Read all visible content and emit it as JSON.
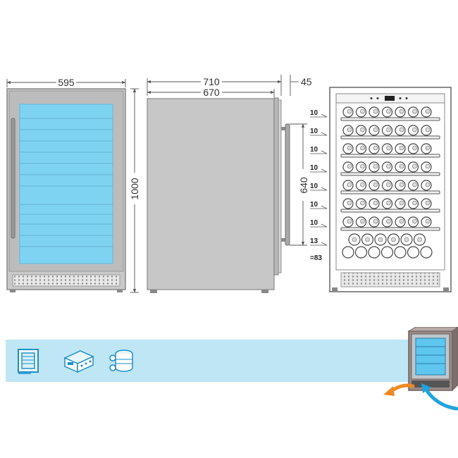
{
  "front_view": {
    "width_label": "595",
    "height_label": "1000"
  },
  "side_view": {
    "depth_total_label": "710",
    "depth_body_label": "670",
    "door_label": "45",
    "handle_label": "640"
  },
  "inside_view": {
    "shelf_labels": [
      "10",
      "10",
      "10",
      "10",
      "10",
      "10",
      "10",
      "13"
    ],
    "total_label": "=83"
  },
  "feature_icons": [
    "door-frame-icon",
    "control-panel-icon",
    "compressor-icon"
  ],
  "colors": {
    "glass": "#7fd3f2",
    "panel": "#c7c7c7",
    "feature_bar": "#bfe6f5",
    "arrow_orange": "#f08a24",
    "arrow_blue": "#1fa3e0"
  }
}
